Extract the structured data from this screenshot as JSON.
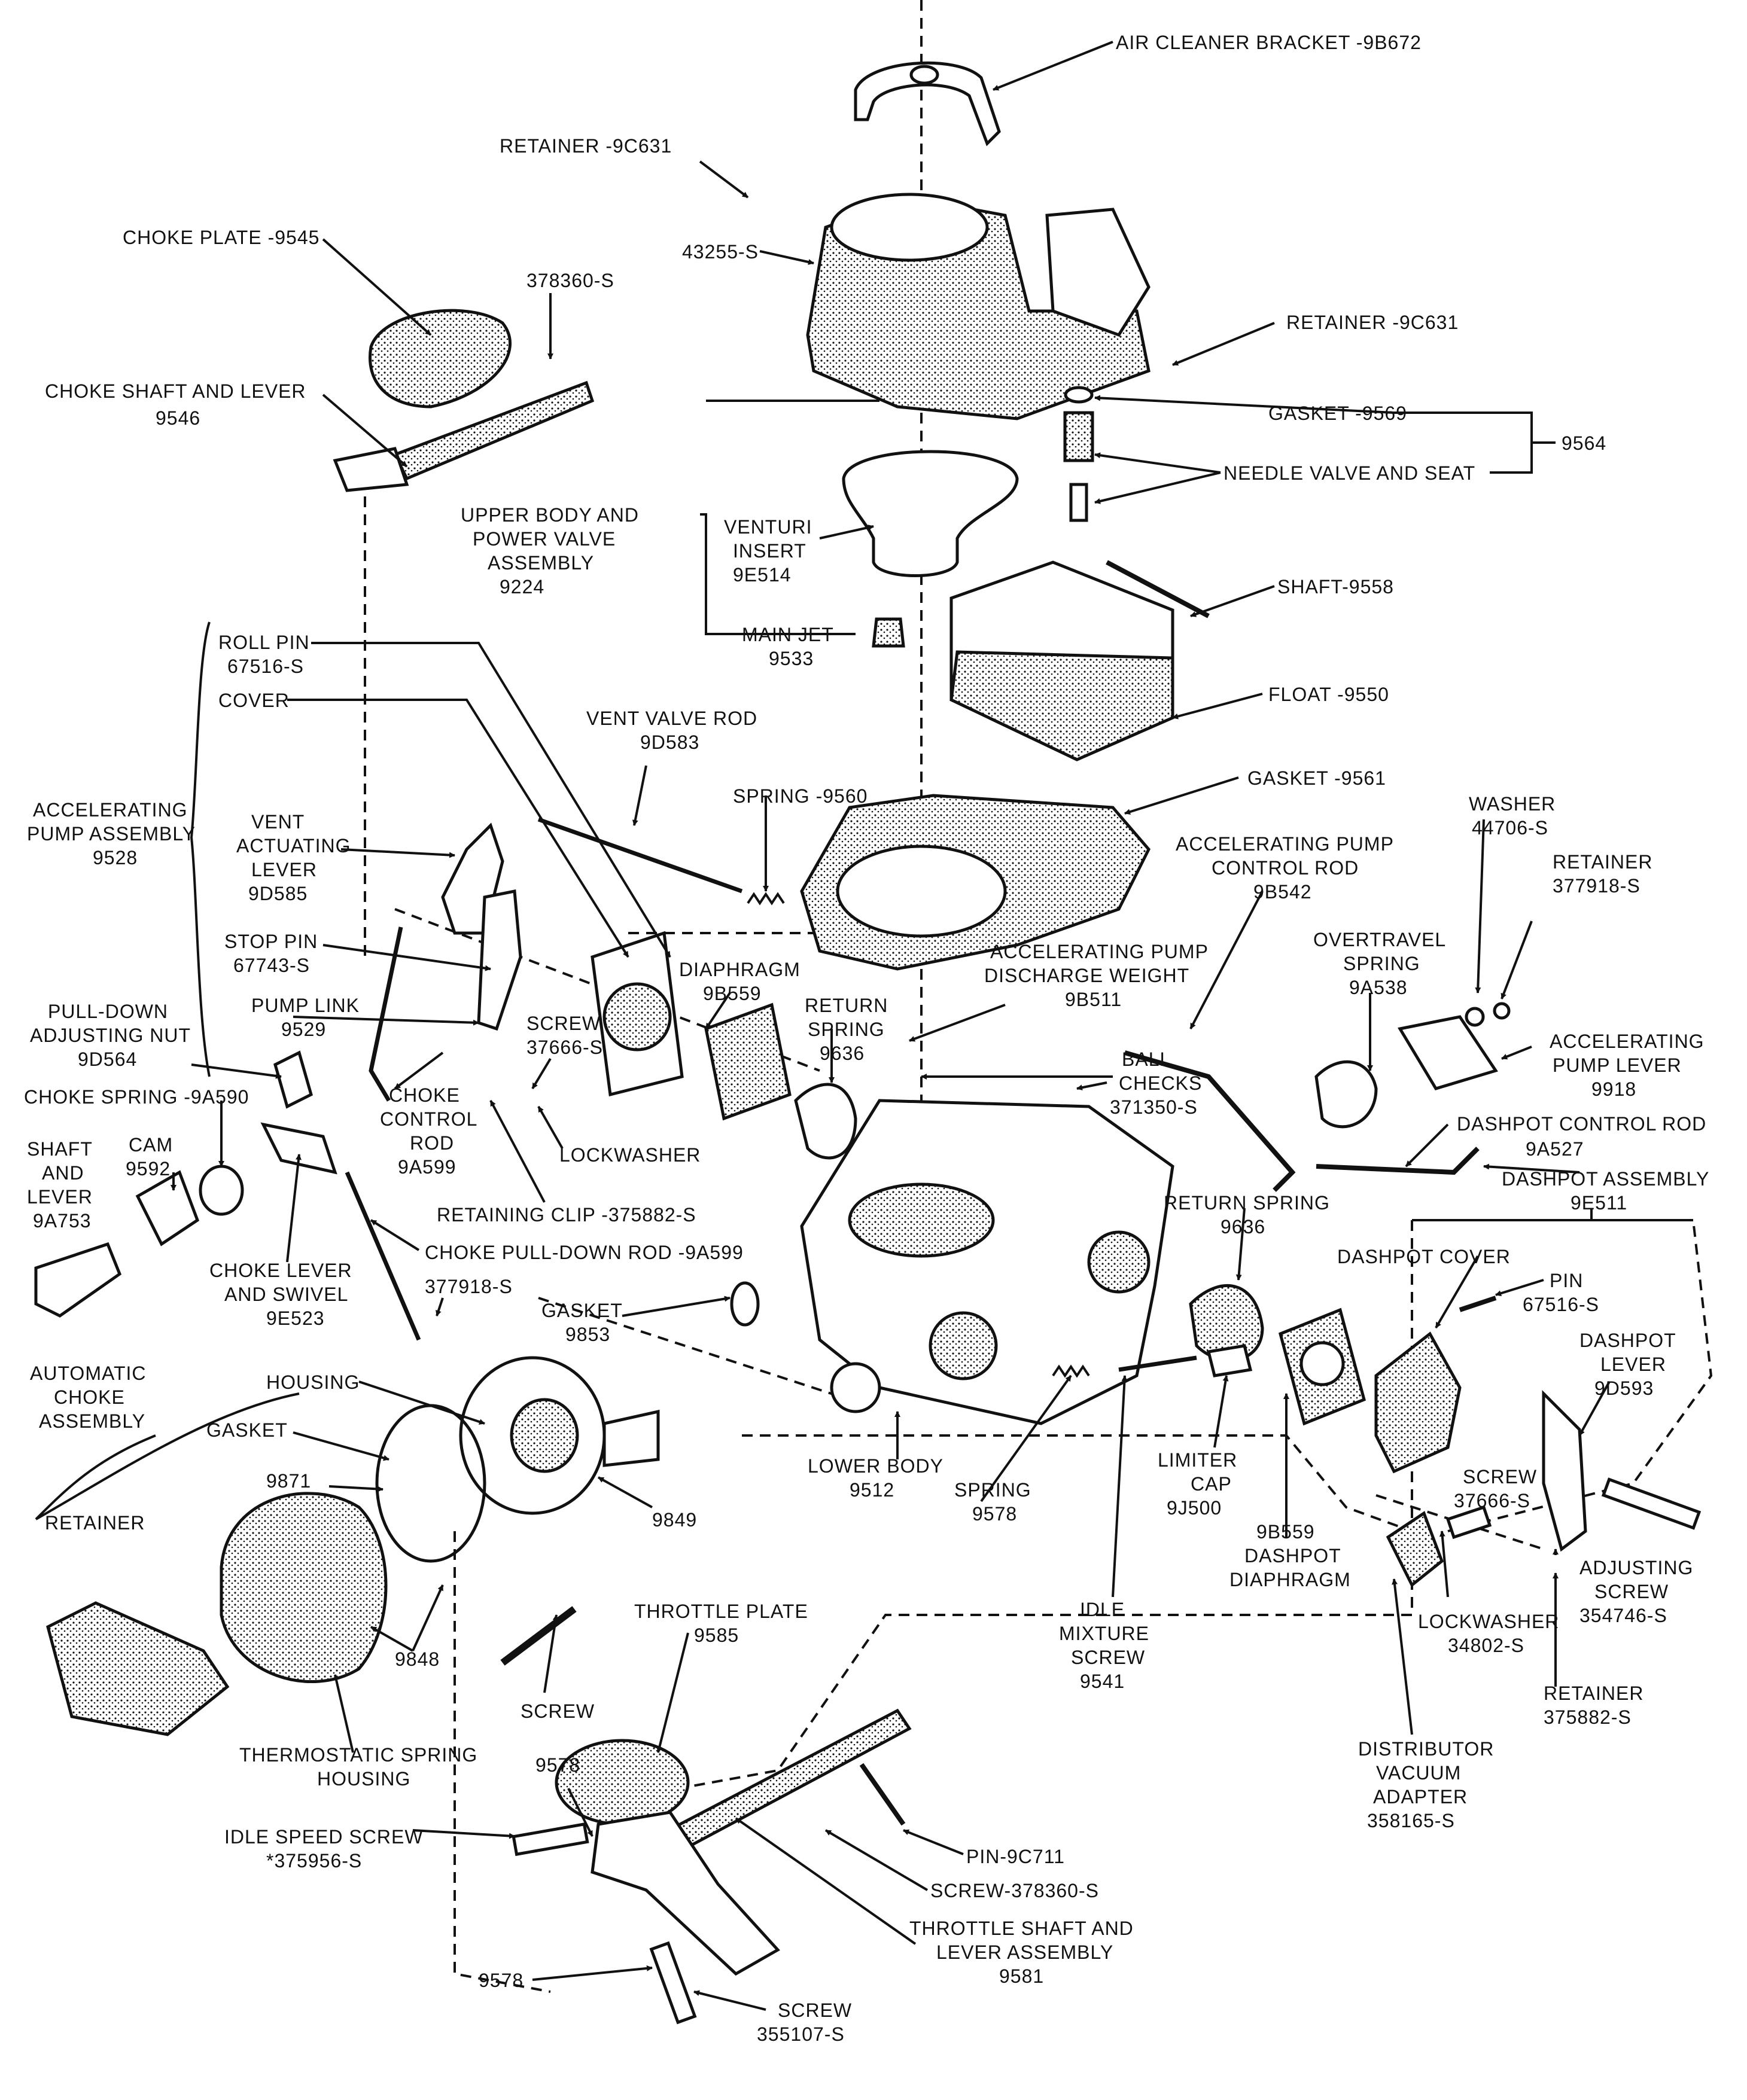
{
  "labels": {
    "air_cleaner_bracket": "AIR CLEANER BRACKET -9B672",
    "retainer_top": "RETAINER -9C631",
    "p43255": "43255-S",
    "choke_plate": "CHOKE PLATE -9545",
    "p378360_top": "378360-S",
    "choke_shaft_1": "CHOKE SHAFT AND LEVER",
    "choke_shaft_2": "9546",
    "retainer_right": "RETAINER -9C631",
    "gasket_9569": "GASKET -9569",
    "p9564": "9564",
    "needle_valve": "NEEDLE VALVE AND SEAT",
    "upper_body_1": "UPPER BODY AND",
    "upper_body_2": "POWER VALVE",
    "upper_body_3": "ASSEMBLY",
    "upper_body_4": "9224",
    "venturi_1": "VENTURI",
    "venturi_2": "INSERT",
    "venturi_3": "9E514",
    "shaft_9558": "SHAFT-9558",
    "main_jet_1": "MAIN JET",
    "main_jet_2": "9533",
    "float_9550": "FLOAT -9550",
    "roll_pin_1": "ROLL PIN",
    "roll_pin_2": "67516-S",
    "cover": "COVER",
    "vent_valve_rod_1": "VENT VALVE ROD",
    "vent_valve_rod_2": "9D583",
    "spring_9560": "SPRING -9560",
    "gasket_9561": "GASKET -9561",
    "accel_pump_assy_1": "ACCELERATING",
    "accel_pump_assy_2": "PUMP ASSEMBLY",
    "accel_pump_assy_3": "9528",
    "vent_lever_1": "VENT",
    "vent_lever_2": "ACTUATING",
    "vent_lever_3": "LEVER",
    "vent_lever_4": "9D585",
    "accel_ctrl_rod_1": "ACCELERATING PUMP",
    "accel_ctrl_rod_2": "CONTROL ROD",
    "accel_ctrl_rod_3": "9B542",
    "washer_1": "WASHER",
    "washer_2": "44706-S",
    "retainer_377918_1": "RETAINER",
    "retainer_377918_2": "377918-S",
    "stop_pin_1": "STOP PIN",
    "stop_pin_2": "67743-S",
    "diaphragm_1": "DIAPHRAGM",
    "diaphragm_2": "9B559",
    "discharge_wt_1": "ACCELERATING PUMP",
    "discharge_wt_2": "DISCHARGE WEIGHT",
    "discharge_wt_3": "9B511",
    "overtravel_1": "OVERTRAVEL",
    "overtravel_2": "SPRING",
    "overtravel_3": "9A538",
    "pump_link_1": "PUMP LINK",
    "pump_link_2": "9529",
    "screw_37666_1": "SCREW",
    "screw_37666_2": "37666-S",
    "return_spring_1": "RETURN",
    "return_spring_2": "SPRING",
    "return_spring_3": "9636",
    "pull_down_1": "PULL-DOWN",
    "pull_down_2": "ADJUSTING NUT",
    "pull_down_3": "9D564",
    "ball_checks_1": "BALL",
    "ball_checks_2": "CHECKS",
    "ball_checks_3": "371350-S",
    "accel_lever_1": "ACCELERATING",
    "accel_lever_2": "PUMP LEVER",
    "accel_lever_3": "9918",
    "choke_spring": "CHOKE SPRING -9A590",
    "choke_rod_1": "CHOKE",
    "choke_rod_2": "CONTROL",
    "choke_rod_3": "ROD",
    "choke_rod_4": "9A599",
    "lockwasher_mid": "LOCKWASHER",
    "dashpot_rod_1": "DASHPOT CONTROL ROD",
    "dashpot_rod_2": "9A527",
    "dashpot_assy_1": "DASHPOT ASSEMBLY",
    "dashpot_assy_2": "9E511",
    "shaft_lever_1": "SHAFT",
    "shaft_lever_2": "AND",
    "shaft_lever_3": "LEVER",
    "shaft_lever_4": "9A753",
    "cam_1": "CAM",
    "cam_2": "9592",
    "retaining_clip": "RETAINING CLIP -375882-S",
    "return_spring_r_1": "RETURN SPRING",
    "return_spring_r_2": "9636",
    "choke_pulldown_rod": "CHOKE PULL-DOWN ROD -9A599",
    "dashpot_cover": "DASHPOT COVER",
    "pin_r_1": "PIN",
    "pin_r_2": "67516-S",
    "choke_lever_1": "CHOKE LEVER",
    "choke_lever_2": "AND SWIVEL",
    "choke_lever_3": "9E523",
    "p377918_mid": "377918-S",
    "gasket_9853_1": "GASKET",
    "gasket_9853_2": "9853",
    "dashpot_lever_1": "DASHPOT",
    "dashpot_lever_2": "LEVER",
    "dashpot_lever_3": "9D593",
    "auto_choke_1": "AUTOMATIC",
    "auto_choke_2": "CHOKE",
    "auto_choke_3": "ASSEMBLY",
    "housing": "HOUSING",
    "gasket_choke": "GASKET",
    "lower_body_1": "LOWER BODY",
    "lower_body_2": "9512",
    "limiter_1": "LIMITER",
    "limiter_2": "CAP",
    "limiter_3": "9J500",
    "p9871": "9871",
    "p9849": "9849",
    "spring_9578_1": "SPRING",
    "spring_9578_2": "9578",
    "screw_r_1": "SCREW",
    "screw_r_2": "37666-S",
    "retainer_left": "RETAINER",
    "dashpot_diaph_1": "9B559",
    "dashpot_diaph_2": "DASHPOT",
    "dashpot_diaph_3": "DIAPHRAGM",
    "adjusting_screw_1": "ADJUSTING",
    "adjusting_screw_2": "SCREW",
    "adjusting_screw_3": "354746-S",
    "idle_mix_1": "IDLE",
    "idle_mix_2": "MIXTURE",
    "idle_mix_3": "SCREW",
    "idle_mix_4": "9541",
    "lockwasher_r_1": "LOCKWASHER",
    "lockwasher_r_2": "34802-S",
    "throttle_plate_1": "THROTTLE PLATE",
    "throttle_plate_2": "9585",
    "p9848": "9848",
    "retainer_375882_1": "RETAINER",
    "retainer_375882_2": "375882-S",
    "screw_left": "SCREW",
    "thermo_1": "THERMOSTATIC SPRING",
    "thermo_2": "HOUSING",
    "p9578_a": "9578",
    "distributor_1": "DISTRIBUTOR",
    "distributor_2": "VACUUM",
    "distributor_3": "ADAPTER",
    "distributor_4": "358165-S",
    "pin_9c711": "PIN-9C711",
    "idle_speed_1": "IDLE SPEED SCREW",
    "idle_speed_2": "*375956-S",
    "screw_378360": "SCREW-378360-S",
    "throttle_shaft_1": "THROTTLE SHAFT AND",
    "throttle_shaft_2": "LEVER ASSEMBLY",
    "throttle_shaft_3": "9581",
    "p9578_b": "9578",
    "screw_bottom_1": "SCREW",
    "screw_bottom_2": "355107-S"
  }
}
